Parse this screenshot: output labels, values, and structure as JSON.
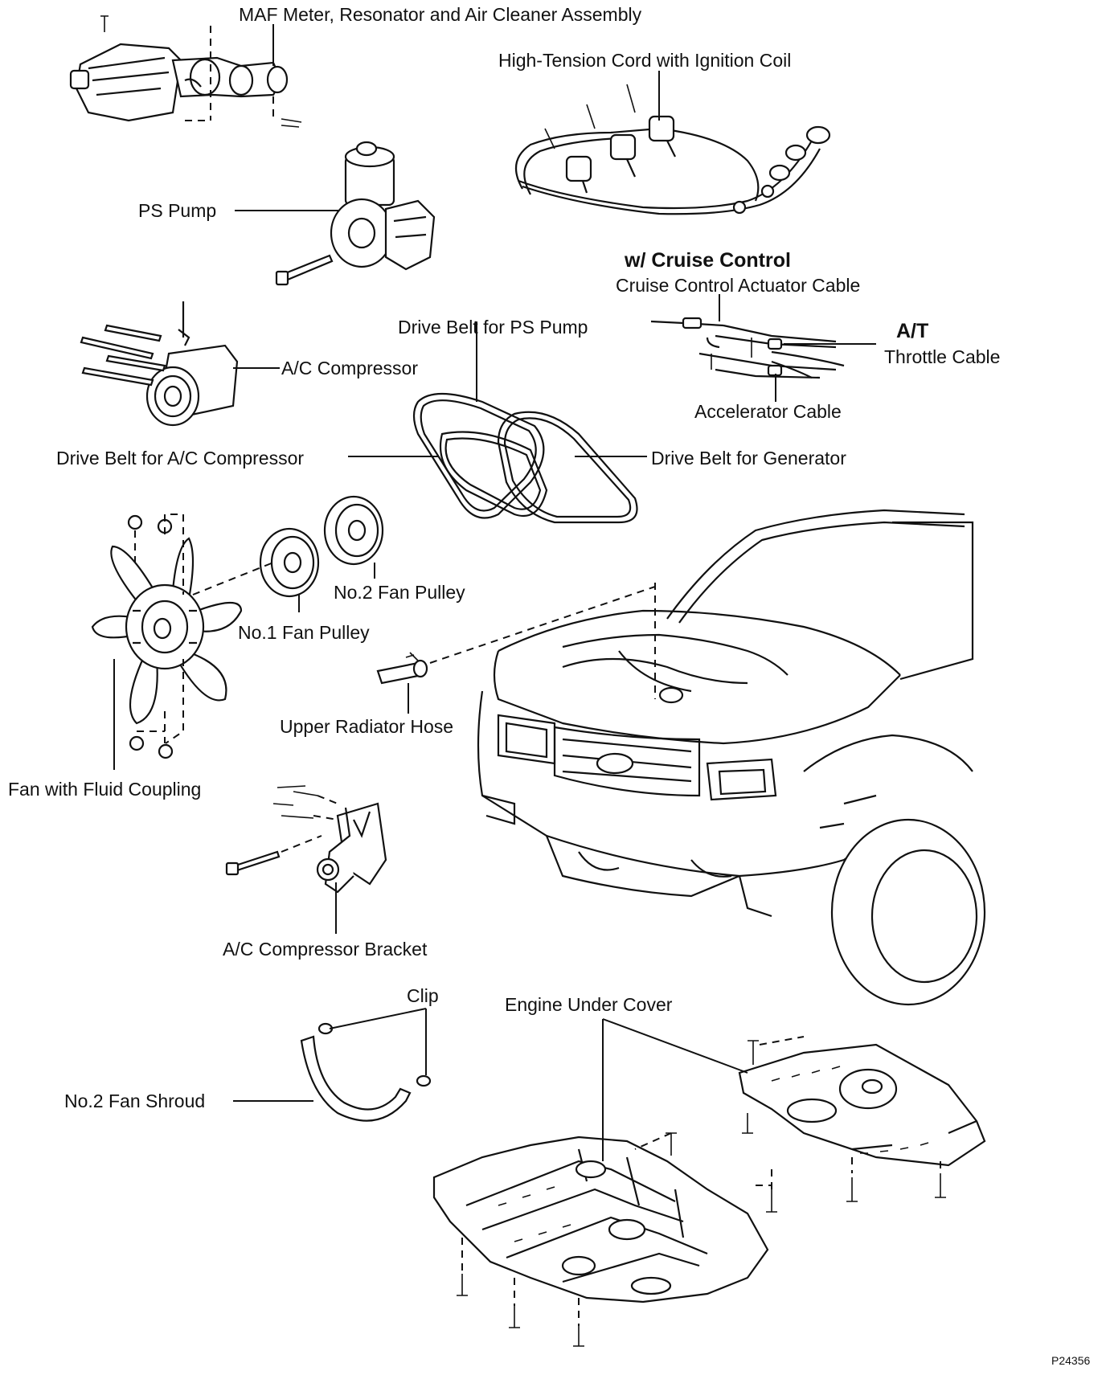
{
  "labels": {
    "maf": "MAF Meter, Resonator and Air Cleaner Assembly",
    "high_tension": "High-Tension Cord with Ignition Coil",
    "ps_pump": "PS Pump",
    "cruise_header": "w/  Cruise Control",
    "cruise_cable": "Cruise Control Actuator Cable",
    "at": "A/T",
    "throttle_cable": "Throttle Cable",
    "accelerator_cable": "Accelerator Cable",
    "belt_ps": "Drive Belt for PS Pump",
    "ac_compressor": "A/C Compressor",
    "belt_ac": "Drive Belt for A/C Compressor",
    "belt_gen": "Drive Belt for Generator",
    "fan_pulley2": "No.2 Fan Pulley",
    "fan_pulley1": "No.1 Fan Pulley",
    "upper_hose": "Upper Radiator Hose",
    "fan_coupling": "Fan with Fluid Coupling",
    "ac_bracket": "A/C Compressor Bracket",
    "clip": "Clip",
    "under_cover": "Engine Under Cover",
    "fan_shroud": "No.2 Fan Shroud",
    "figure_code": "P24356"
  }
}
